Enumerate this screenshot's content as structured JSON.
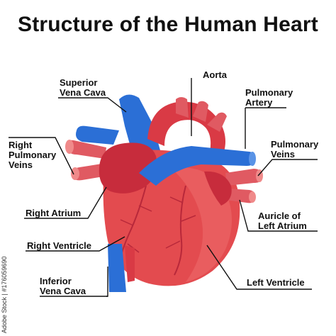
{
  "title": "Structure of the Human Heart",
  "labels": {
    "superior_vena_cava": [
      "Superior",
      "Vena Cava"
    ],
    "aorta": "Aorta",
    "pulmonary_artery": [
      "Pulmonary",
      "Artery"
    ],
    "right_pulmonary_veins": [
      "Right",
      "Pulmonary",
      "Veins"
    ],
    "pulmonary_veins": [
      "Pulmonary",
      "Veins"
    ],
    "right_atrium": "Right Atrium",
    "auricle_of_left_atrium": [
      "Auricle of",
      "Left Atrium"
    ],
    "right_ventricle": "Right Ventricle",
    "inferior_vena_cava": [
      "Inferior",
      "Vena Cava"
    ],
    "left_ventricle": "Left Ventricle"
  },
  "credit": "Adobe Stock | #176059690",
  "colors": {
    "heart_body": "#e34b4f",
    "heart_highlight": "#ef6d6d",
    "artery_red": "#d93a45",
    "vein_blue": "#2b6fd6",
    "atrium_dark": "#c72c3c",
    "leader_line": "#111111"
  }
}
